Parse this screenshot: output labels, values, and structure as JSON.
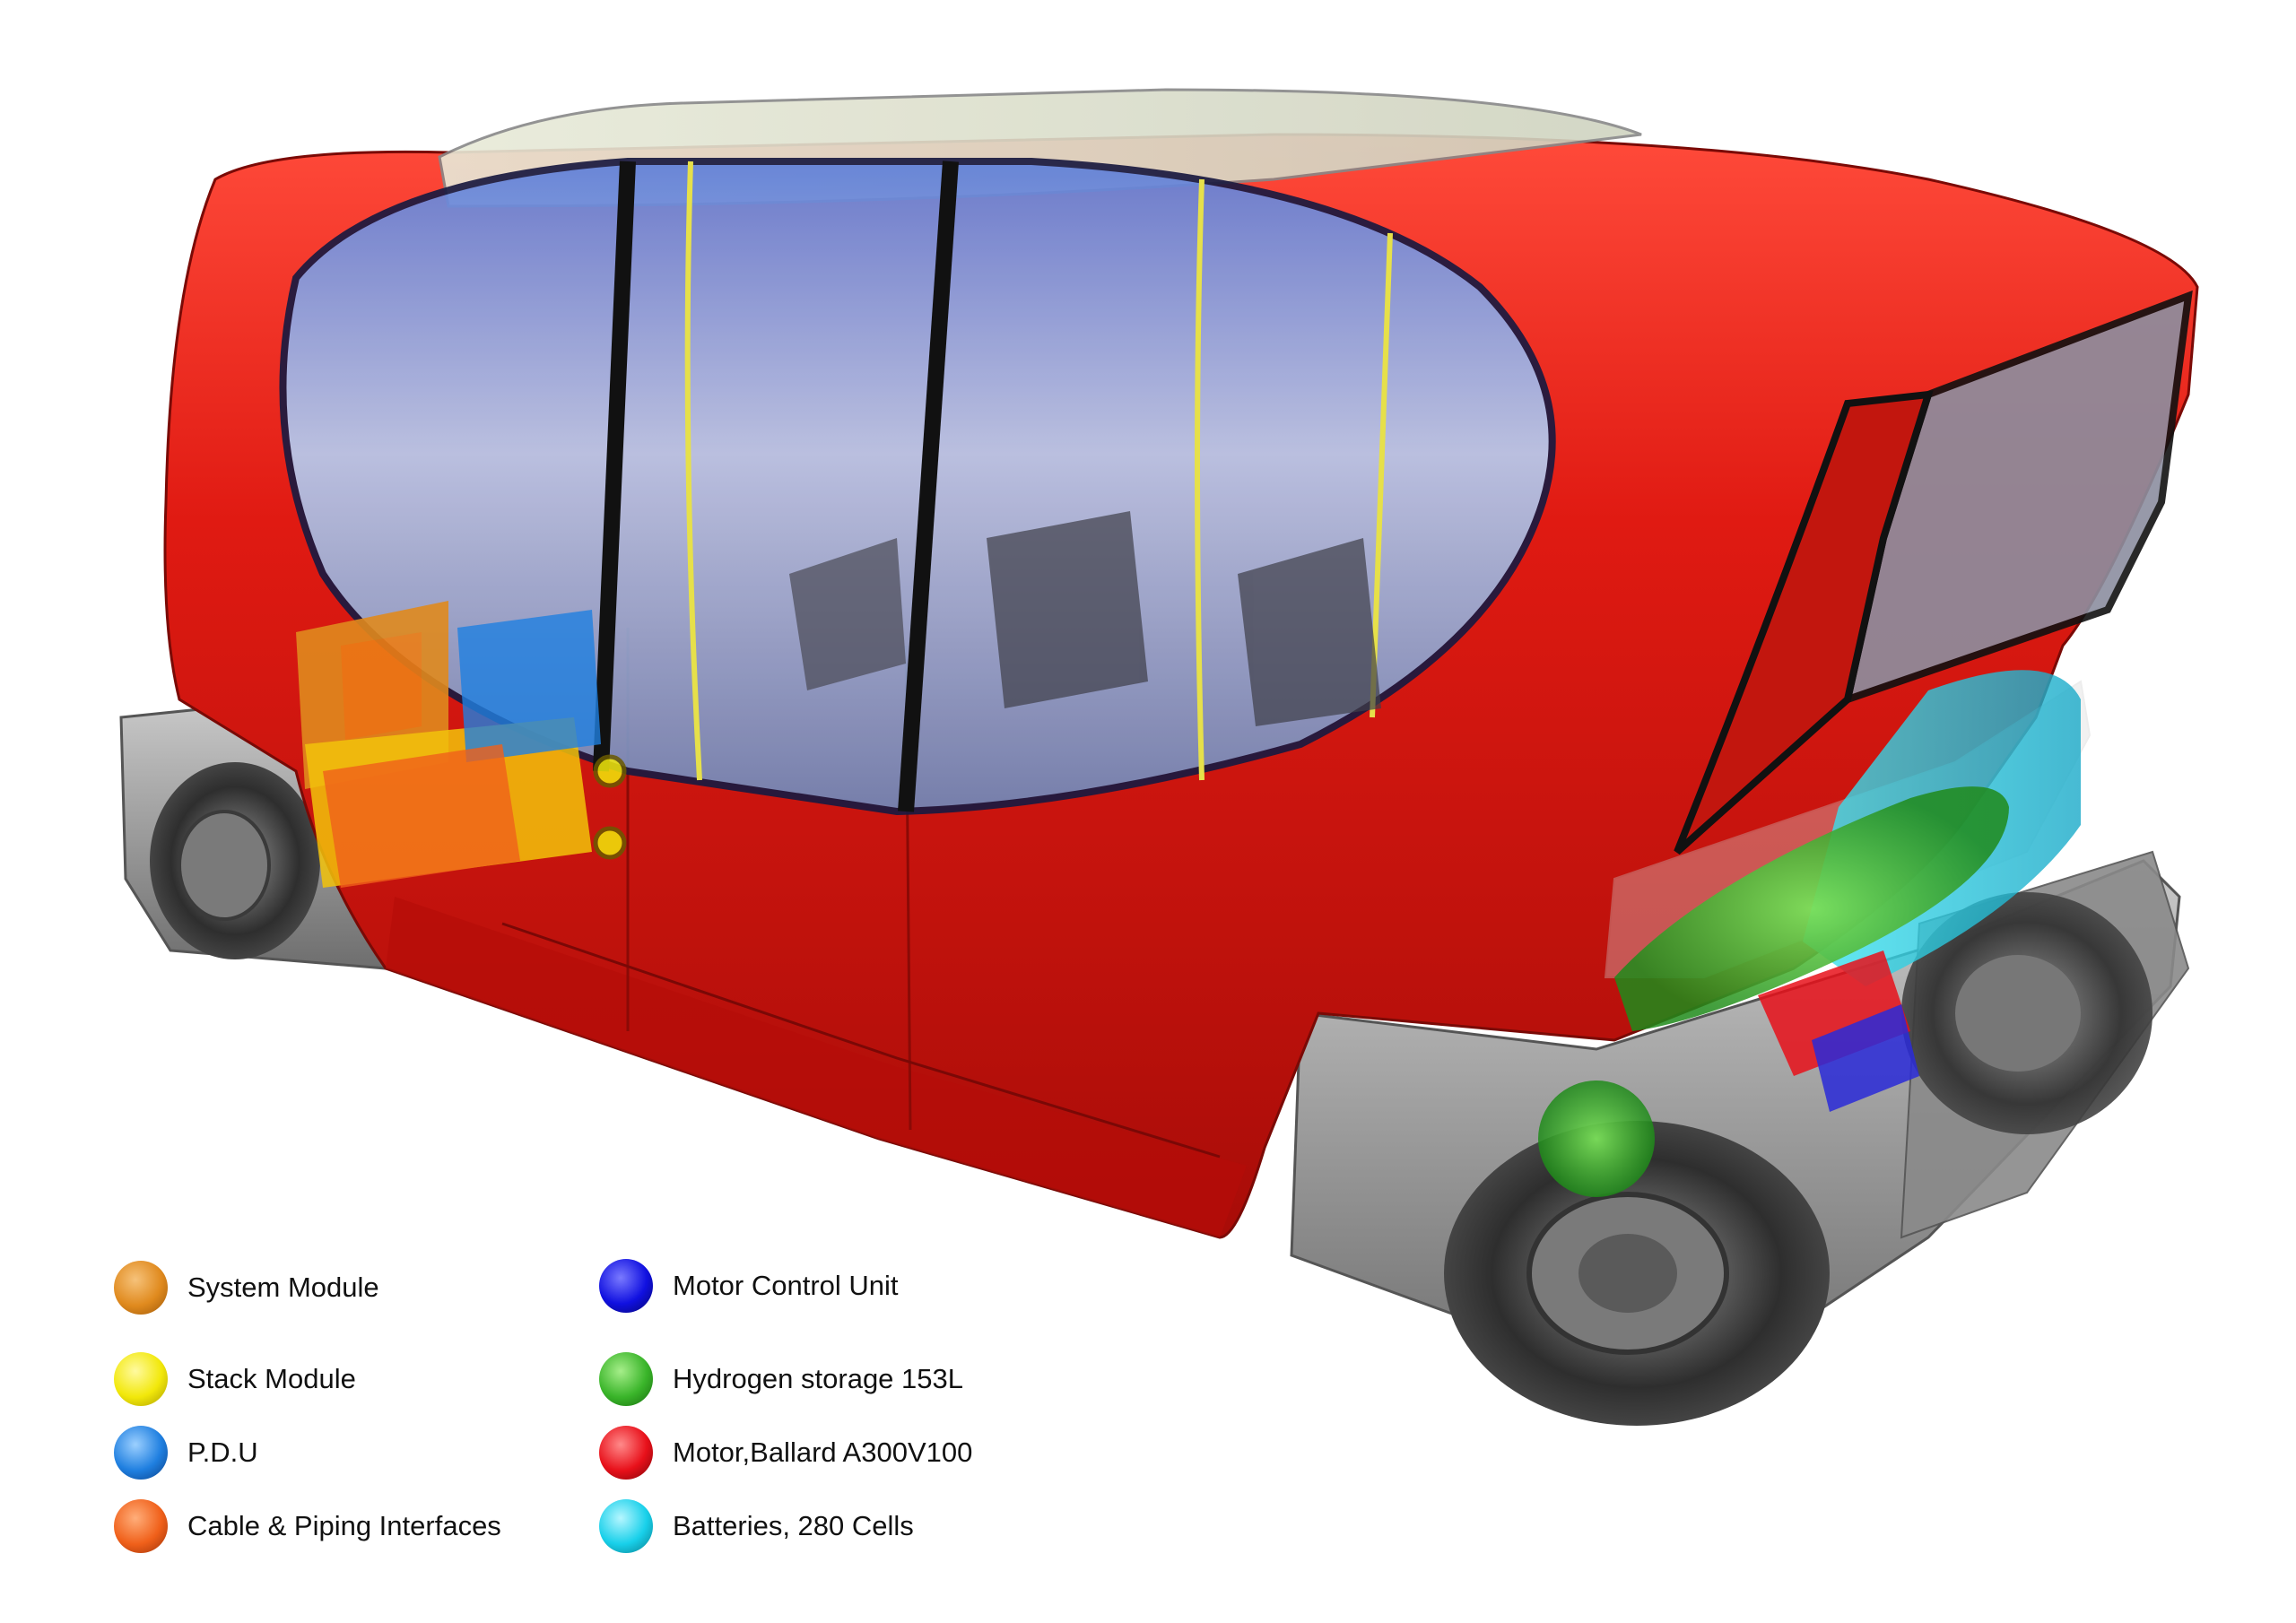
{
  "legend": {
    "items": [
      {
        "label": "System Module",
        "color": "#e08a1e",
        "icon": "orange-sphere-icon"
      },
      {
        "label": "Stack Module",
        "color": "#f2e80a",
        "icon": "yellow-sphere-icon"
      },
      {
        "label": "P.D.U",
        "color": "#1f7fe0",
        "icon": "blue-sphere-icon"
      },
      {
        "label": "Cable & Piping Interfaces",
        "color": "#f0601a",
        "icon": "orange-red-sphere-icon"
      },
      {
        "label": "Motor Control Unit",
        "color": "#1010e0",
        "icon": "dark-blue-sphere-icon"
      },
      {
        "label": "Hydrogen storage 153L",
        "color": "#3ab52a",
        "icon": "green-sphere-icon"
      },
      {
        "label": "Motor,Ballard A300V100",
        "color": "#e8101a",
        "icon": "red-sphere-icon"
      },
      {
        "label": "Batteries, 280 Cells",
        "color": "#18d0ea",
        "icon": "cyan-sphere-icon"
      }
    ]
  },
  "palette": {
    "body_red": "#e01a12",
    "glass_blue": "#8fb4e6",
    "chassis_grey": "#8e8e8e",
    "tire_dark": "#3a3a3a"
  }
}
